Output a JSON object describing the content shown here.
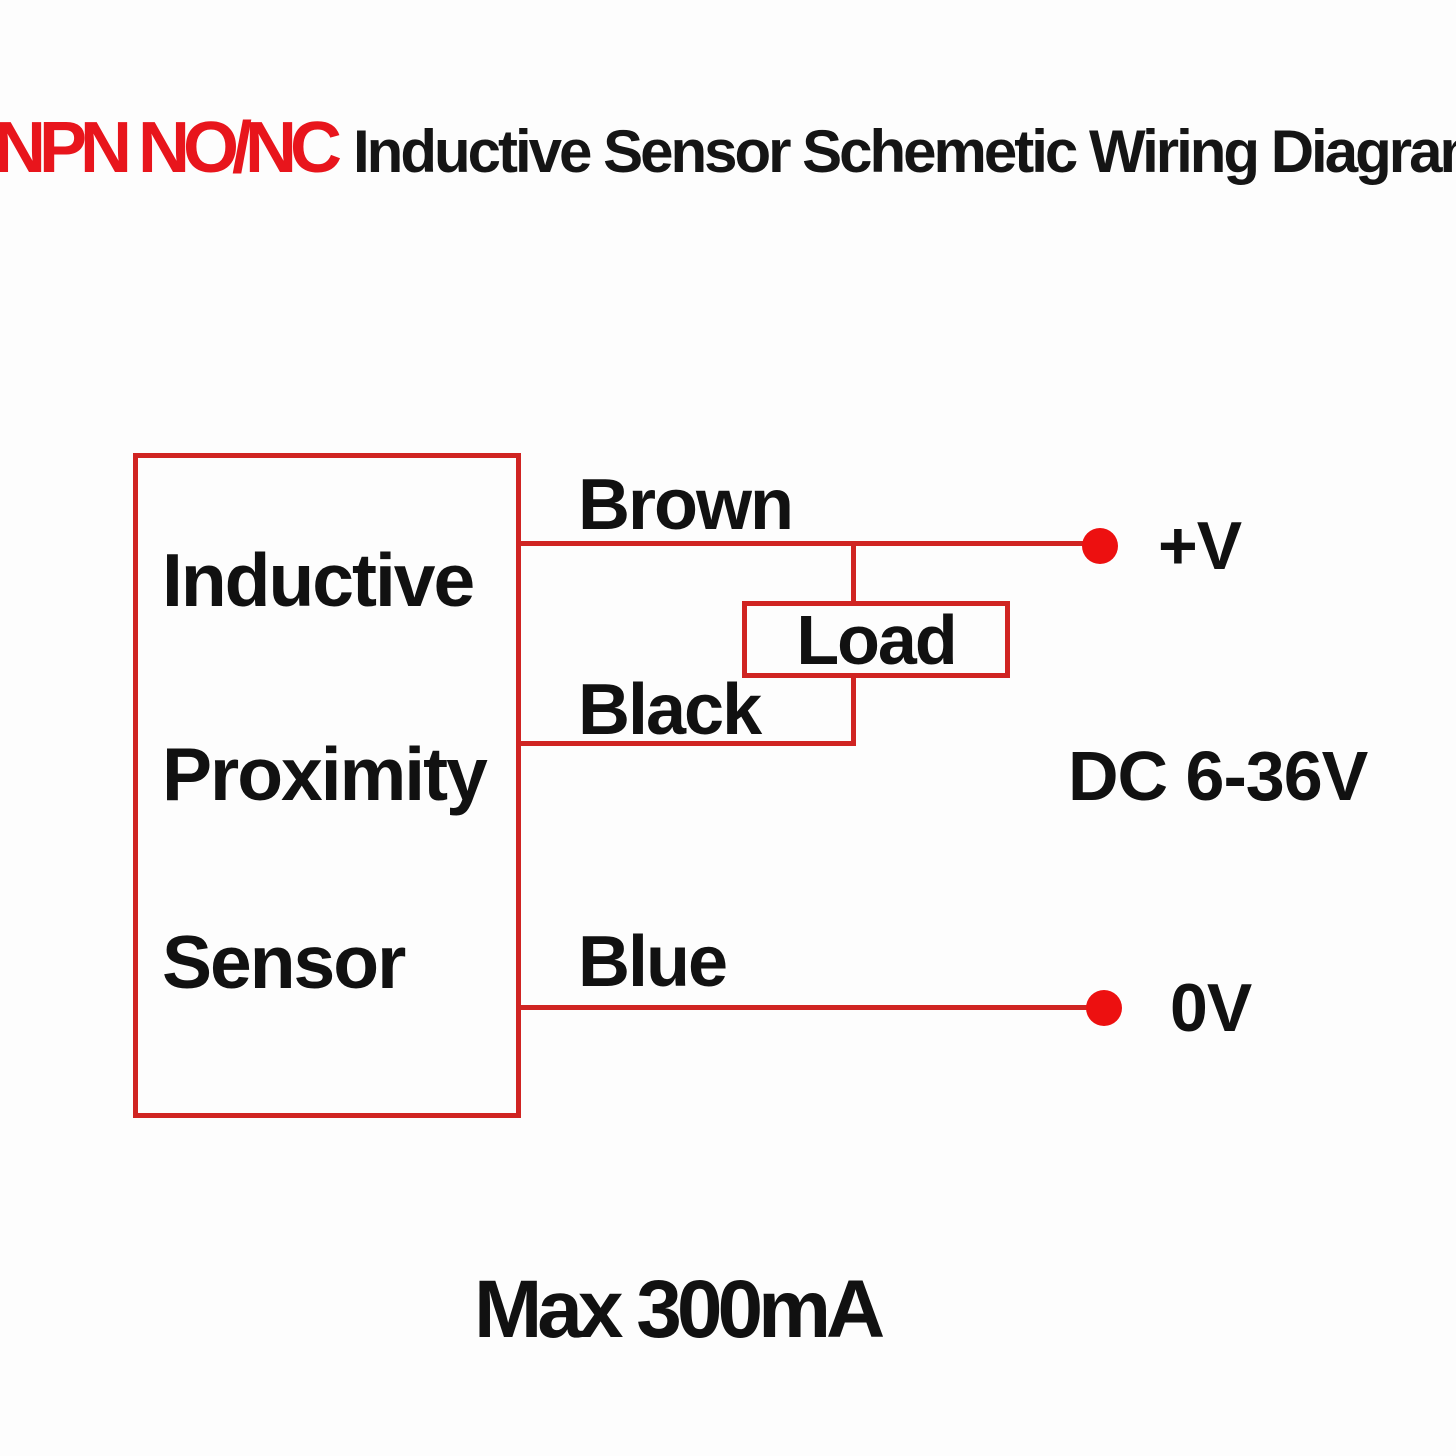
{
  "title": {
    "highlight": "NPN NO/NC",
    "rest": "Inductive Sensor Schemetic Wiring Diagram"
  },
  "sensor": {
    "word1": "Inductive",
    "word2": "Proximity",
    "word3": "Sensor"
  },
  "wires": {
    "brown_label": "Brown",
    "black_label": "Black",
    "blue_label": "Blue"
  },
  "load": {
    "label": "Load"
  },
  "terminals": {
    "positive_label": "+V",
    "negative_label": "0V"
  },
  "supply_voltage": "DC 6-36V",
  "max_current_note": "Max 300mA",
  "colors": {
    "wire_red": "#d02422",
    "dot_red": "#ed1010",
    "title_red": "#e8151c",
    "text_black": "#111111"
  }
}
